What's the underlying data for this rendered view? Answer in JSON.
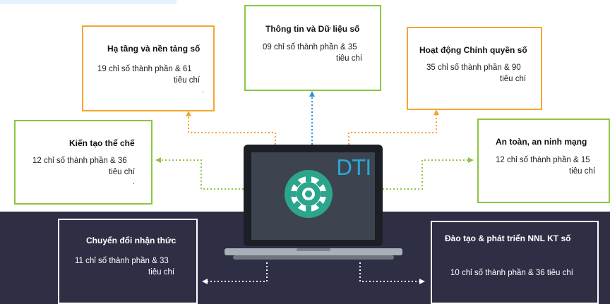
{
  "center": {
    "logo_text": "DTI"
  },
  "cards": {
    "hatang": {
      "title": "Hạ tầng và nền tảng số",
      "line1": "19 chỉ số thành phần & 61",
      "line2": "tiêu chí",
      "dot": "."
    },
    "thongtin": {
      "title": "Thông tin và Dữ liệu số",
      "line1": "09 chỉ số thành phần & 35",
      "line2": "tiêu chí"
    },
    "hoatdong": {
      "title": "Hoạt động Chính quyền số",
      "line1": "35 chỉ số thành phần & 90",
      "line2": "tiêu chí"
    },
    "kientao": {
      "title": "Kiến tạo thể chế",
      "line1": "12 chỉ số thành phần & 36",
      "line2": "tiêu chí",
      "dot": "."
    },
    "antoan": {
      "title": "An toàn, an ninh mạng",
      "line1": "12 chỉ số thành phần & 15",
      "line2": "tiêu chí"
    },
    "chuyendoi": {
      "title": "Chuyển đổi nhận thức",
      "line1": "11 chỉ số thành phần & 33",
      "line2": "tiêu chí"
    },
    "daotao": {
      "title": "Đào tạo & phát triển NNL KT số",
      "line1": "10 chỉ số thành phần & 36 tiêu chí"
    }
  },
  "colors": {
    "green": "#8cc63f",
    "orange": "#f6a530",
    "blue": "#2f8fd8",
    "dark_band": "#2e2f45",
    "gear": "#2ca58d"
  }
}
